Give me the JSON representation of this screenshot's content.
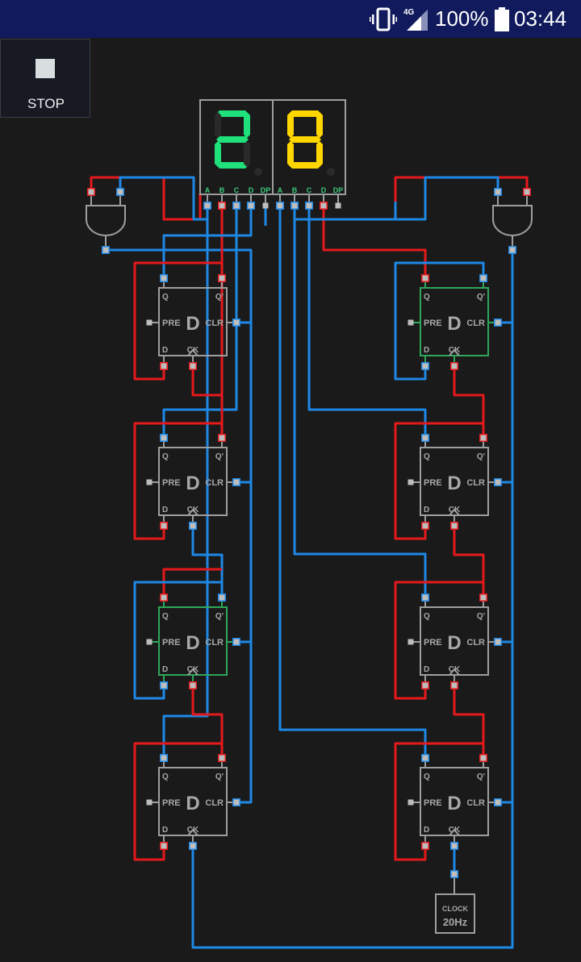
{
  "status_bar": {
    "network": "4G",
    "battery": "100%",
    "time": "03:44",
    "icons": [
      "vibrate-icon",
      "signal-icon",
      "battery-icon"
    ]
  },
  "toolbar": {
    "stop_label": "STOP",
    "stop_icon": "stop-square-icon"
  },
  "display": {
    "digits": [
      {
        "value": "2",
        "color": "#1fe07a",
        "segments_on": [
          "a",
          "b",
          "g",
          "e",
          "d"
        ]
      },
      {
        "value": "8",
        "color": "#ffd600",
        "segments_on": [
          "a",
          "b",
          "c",
          "d",
          "e",
          "f",
          "g"
        ]
      }
    ],
    "pin_labels": [
      "A",
      "B",
      "C",
      "D",
      "DP",
      "A",
      "B",
      "C",
      "D",
      "DP"
    ],
    "pin_label_color": "#3cc87a"
  },
  "flipflop": {
    "title": "D",
    "q": "Q",
    "qn": "Q'",
    "pre": "PRE",
    "clr": "CLR",
    "d": "D",
    "ck": "CK"
  },
  "clock": {
    "title": "CLOCK",
    "freq": "20Hz"
  },
  "colors": {
    "wire_high": "#e5191c",
    "wire_low": "#1e88e5",
    "component": "#9e9e9e",
    "active_component": "#2fa65a",
    "pin": "#bdbdbd"
  }
}
